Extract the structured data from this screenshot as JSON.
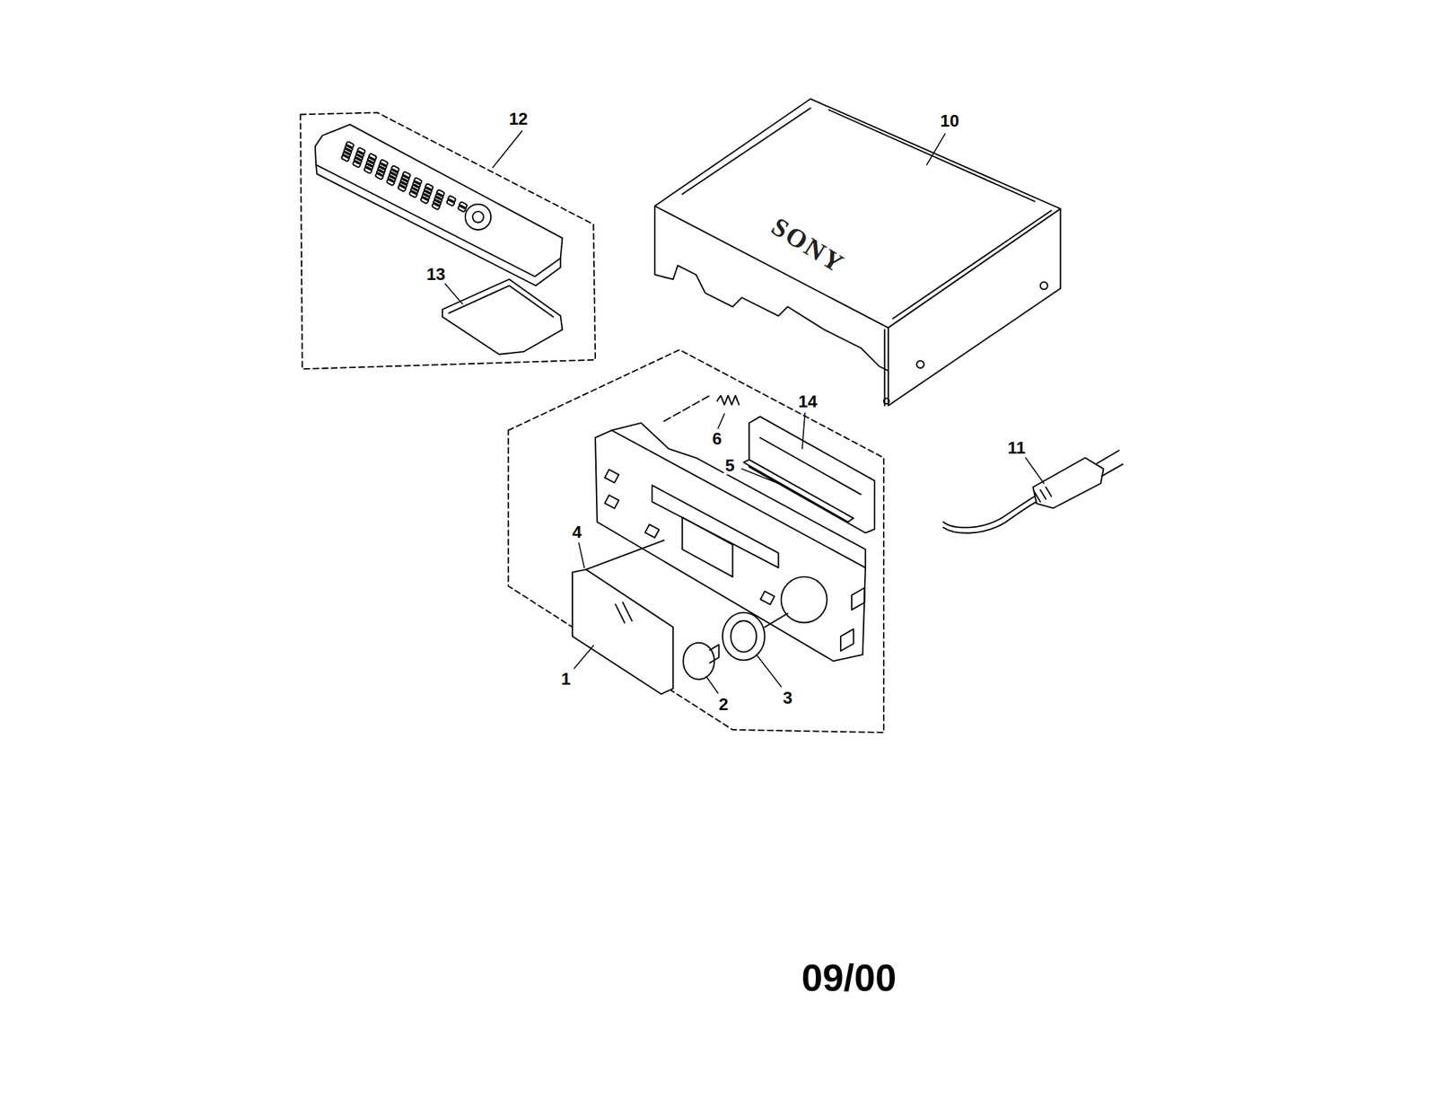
{
  "diagram": {
    "labels": [
      "12",
      "13",
      "10",
      "SONY",
      "14",
      "6",
      "5",
      "11",
      "4",
      "1",
      "2",
      "3",
      "09/00"
    ]
  }
}
